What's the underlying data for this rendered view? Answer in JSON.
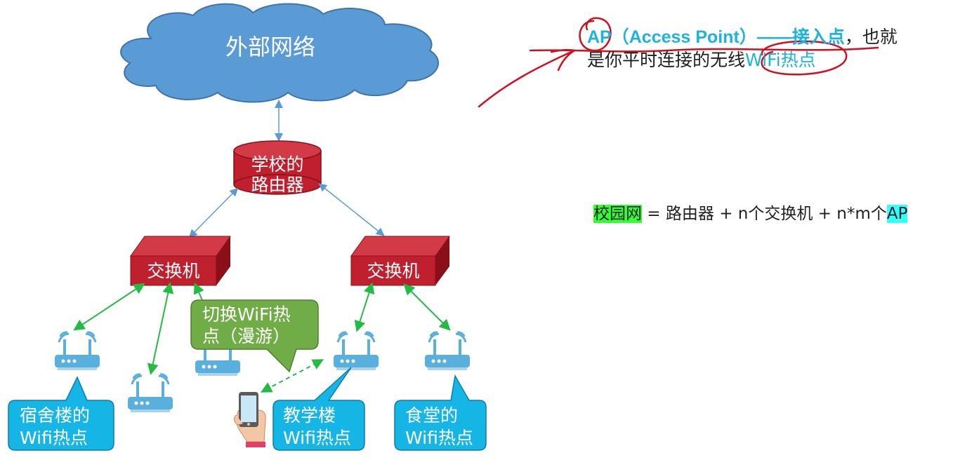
{
  "colors": {
    "cloud_fill": "#5b9bd5",
    "router_fill": "#c0202e",
    "switch_fill": "#c0202e",
    "callout_fill": "#15b6e6",
    "roam_fill": "#70ad47",
    "green_arrow": "#22bb44",
    "ink_red": "#d0101e",
    "accent_cyan": "#1bb3e0"
  },
  "diagram": {
    "cloud_label": "外部网络",
    "router_line1": "学校的",
    "router_line2": "路由器",
    "switch_left": "交换机",
    "switch_right": "交换机",
    "roam_line1": "切换WiFi热",
    "roam_line2": "点（漫游）",
    "dorm_line1": "宿舍楼的",
    "dorm_line2": "Wifi热点",
    "teach_line1": "教学楼",
    "teach_line2": "Wifi热点",
    "canteen_line1": "食堂的",
    "canteen_line2": "Wifi热点"
  },
  "notes": {
    "ap_term": "AP",
    "ap_full": "（Access Point）——接入点",
    "ap_tail": "，也就",
    "ap_line2_prefix": "是你平时连接的无线",
    "ap_line2_wifi": "WiFi热点",
    "campus_term": "校园网",
    "campus_formula": " = 路由器 + n个交换机 + n*m个",
    "campus_ap": "AP"
  }
}
